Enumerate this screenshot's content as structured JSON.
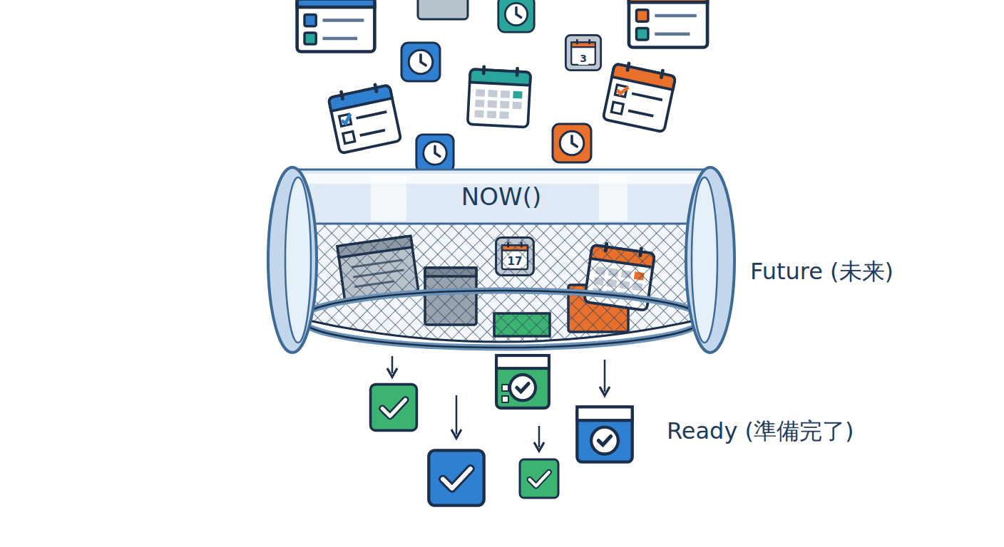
{
  "diagram": {
    "nodes": [
      {
        "text": [
          "NOW()"
        ]
      }
    ],
    "labels": [
      "Future (未来)",
      "Ready (準備完了)",
      "3",
      "17"
    ]
  }
}
